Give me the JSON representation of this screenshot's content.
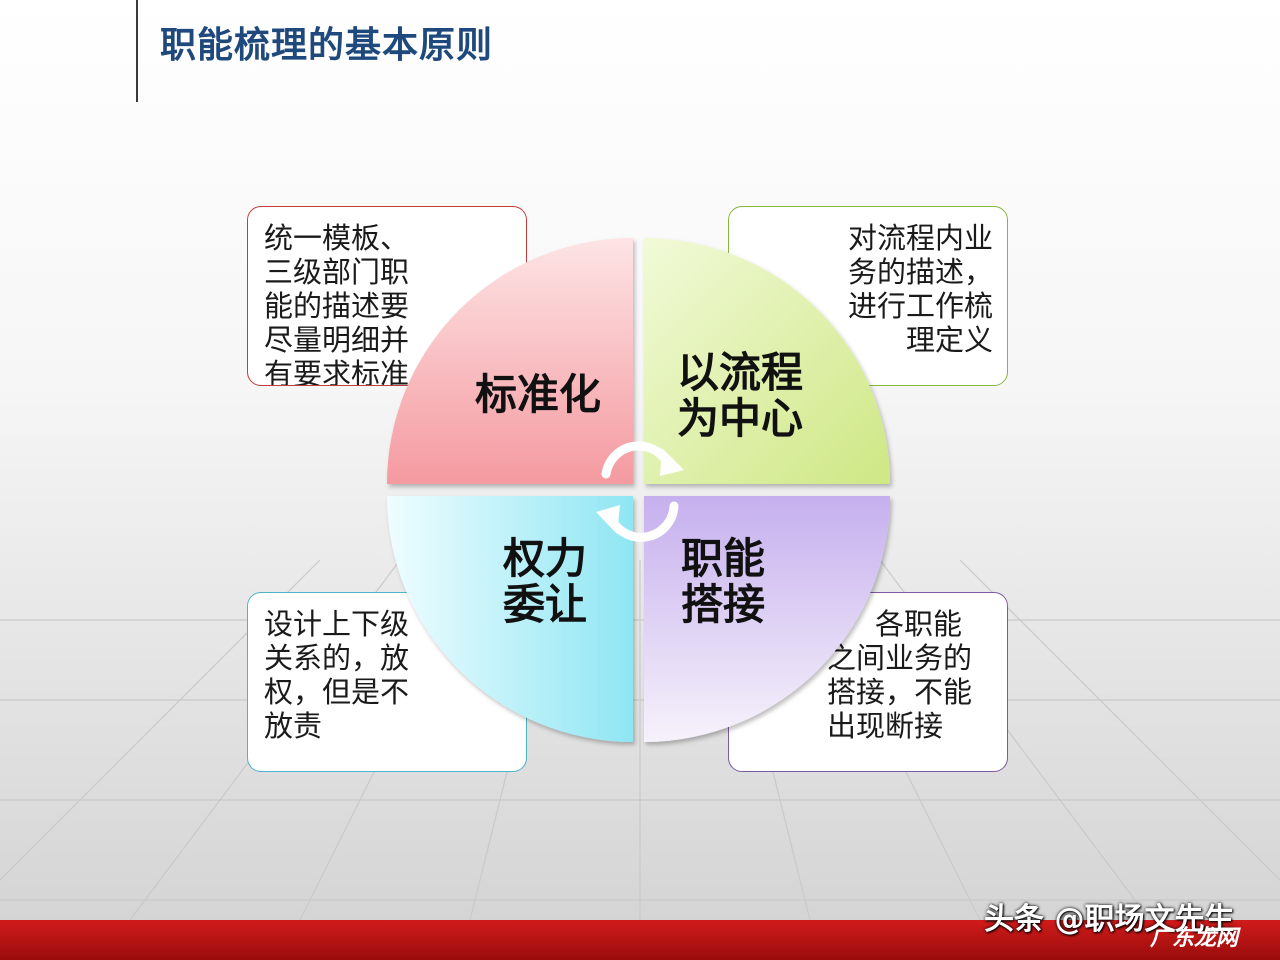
{
  "title": "职能梳理的基本原则",
  "quadrants": {
    "top_left": {
      "label": [
        "标准化"
      ],
      "color": "#f7a9ac"
    },
    "top_right": {
      "label": [
        "以流程",
        "为中心"
      ],
      "color": "#dcef9c"
    },
    "bottom_left": {
      "label": [
        "权力",
        "委让"
      ],
      "color": "#9fe8f2"
    },
    "bottom_right": {
      "label": [
        "职能",
        "搭接"
      ],
      "color": "#d3c1ef"
    }
  },
  "boxes": {
    "top_left": [
      "统一模板、",
      "三级部门职",
      "能的描述要",
      "尽量明细并",
      "有要求标准"
    ],
    "top_right": [
      "对流程内业",
      "务的描述，",
      "进行工作梳",
      "理定义"
    ],
    "bottom_left": [
      "设计上下级",
      "关系的，放",
      "权，但是不",
      "放责"
    ],
    "bottom_right": [
      "各职能",
      "之间业务的",
      "搭接，不能",
      "出现断接"
    ]
  },
  "watermark": "头条 @职场文先生",
  "site_mark": "广东龙网"
}
